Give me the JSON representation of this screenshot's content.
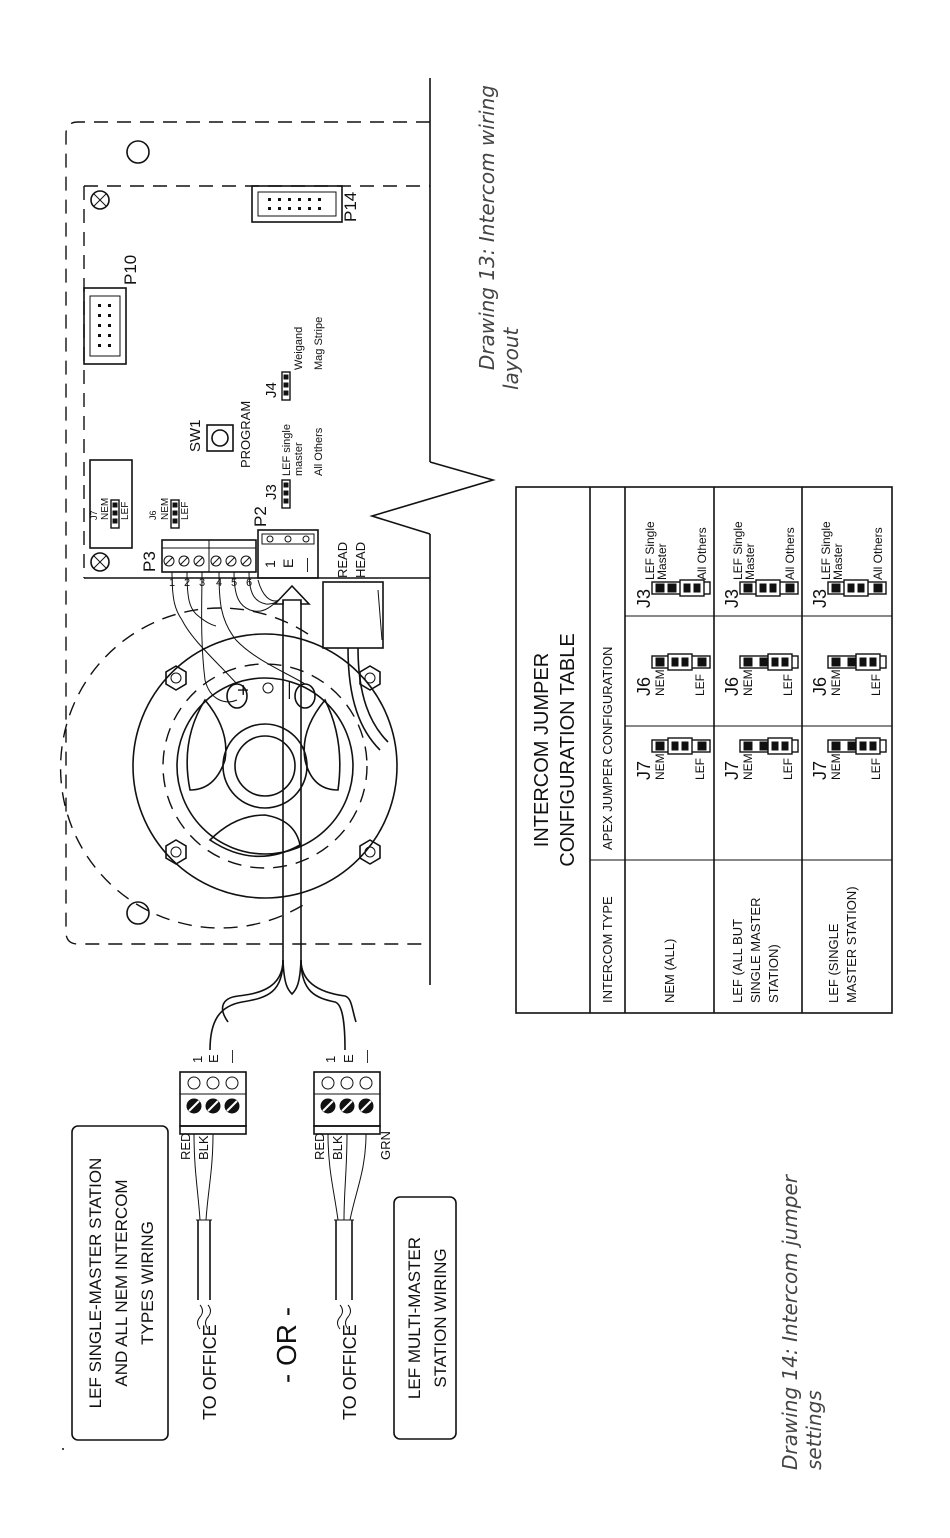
{
  "captions": {
    "drawing13_line1": "Drawing 13: Intercom wiring",
    "drawing13_line2": "layout",
    "drawing14_line1": "Drawing 14: Intercom jumper",
    "drawing14_line2": "settings"
  },
  "board": {
    "p10": "P10",
    "p14": "P14",
    "p3": "P3",
    "p2": "P2",
    "sw1": "SW1",
    "program": "PROGRAM",
    "j4": "J4",
    "j4_weigand": "Weigand",
    "j4_magstripe": "Mag Stripe",
    "j3": "J3",
    "j3_lef_single": "LEF single",
    "j3_master": "master",
    "j3_all_others": "All Others",
    "j7": "J7",
    "j6": "J6",
    "nem": "NEM",
    "lef": "LEF",
    "p3_pins": [
      "1",
      "2",
      "3",
      "4",
      "5",
      "6"
    ],
    "p2_pins": [
      "1",
      "E",
      "—"
    ],
    "read_head_1": "READ",
    "read_head_2": "HEAD",
    "plus": "+",
    "minus": "—"
  },
  "wiring": {
    "box1_line1": "LEF SINGLE-MASTER STATION",
    "box1_line2": "AND ALL NEM INTERCOM",
    "box1_line3": "TYPES WIRING",
    "box2_line1": "LEF MULTI-MASTER",
    "box2_line2": "STATION WIRING",
    "to_office": "TO OFFICE",
    "or": "- OR -",
    "red": "RED",
    "blk": "BLK",
    "grn": "GRN",
    "conn_pins": [
      "1",
      "E",
      "—"
    ]
  },
  "table": {
    "title_line1": "INTERCOM JUMPER",
    "title_line2": "CONFIGURATION TABLE",
    "col_intercom_type": "INTERCOM TYPE",
    "col_apex": "APEX JUMPER CONFIGURATION",
    "rows": [
      {
        "type_lines": [
          "NEM (ALL)"
        ],
        "j7": "J7",
        "j6": "J6",
        "j3": "J3"
      },
      {
        "type_lines": [
          "LEF (ALL BUT",
          "SINGLE MASTER",
          "STATION)"
        ],
        "j7": "J7",
        "j6": "J6",
        "j3": "J3"
      },
      {
        "type_lines": [
          "LEF (SINGLE",
          "MASTER STATION)"
        ],
        "j7": "J7",
        "j6": "J6",
        "j3": "J3"
      }
    ],
    "nem": "NEM",
    "lef": "LEF",
    "lef_single": "LEF Single",
    "master": "Master",
    "all_others": "All Others"
  }
}
